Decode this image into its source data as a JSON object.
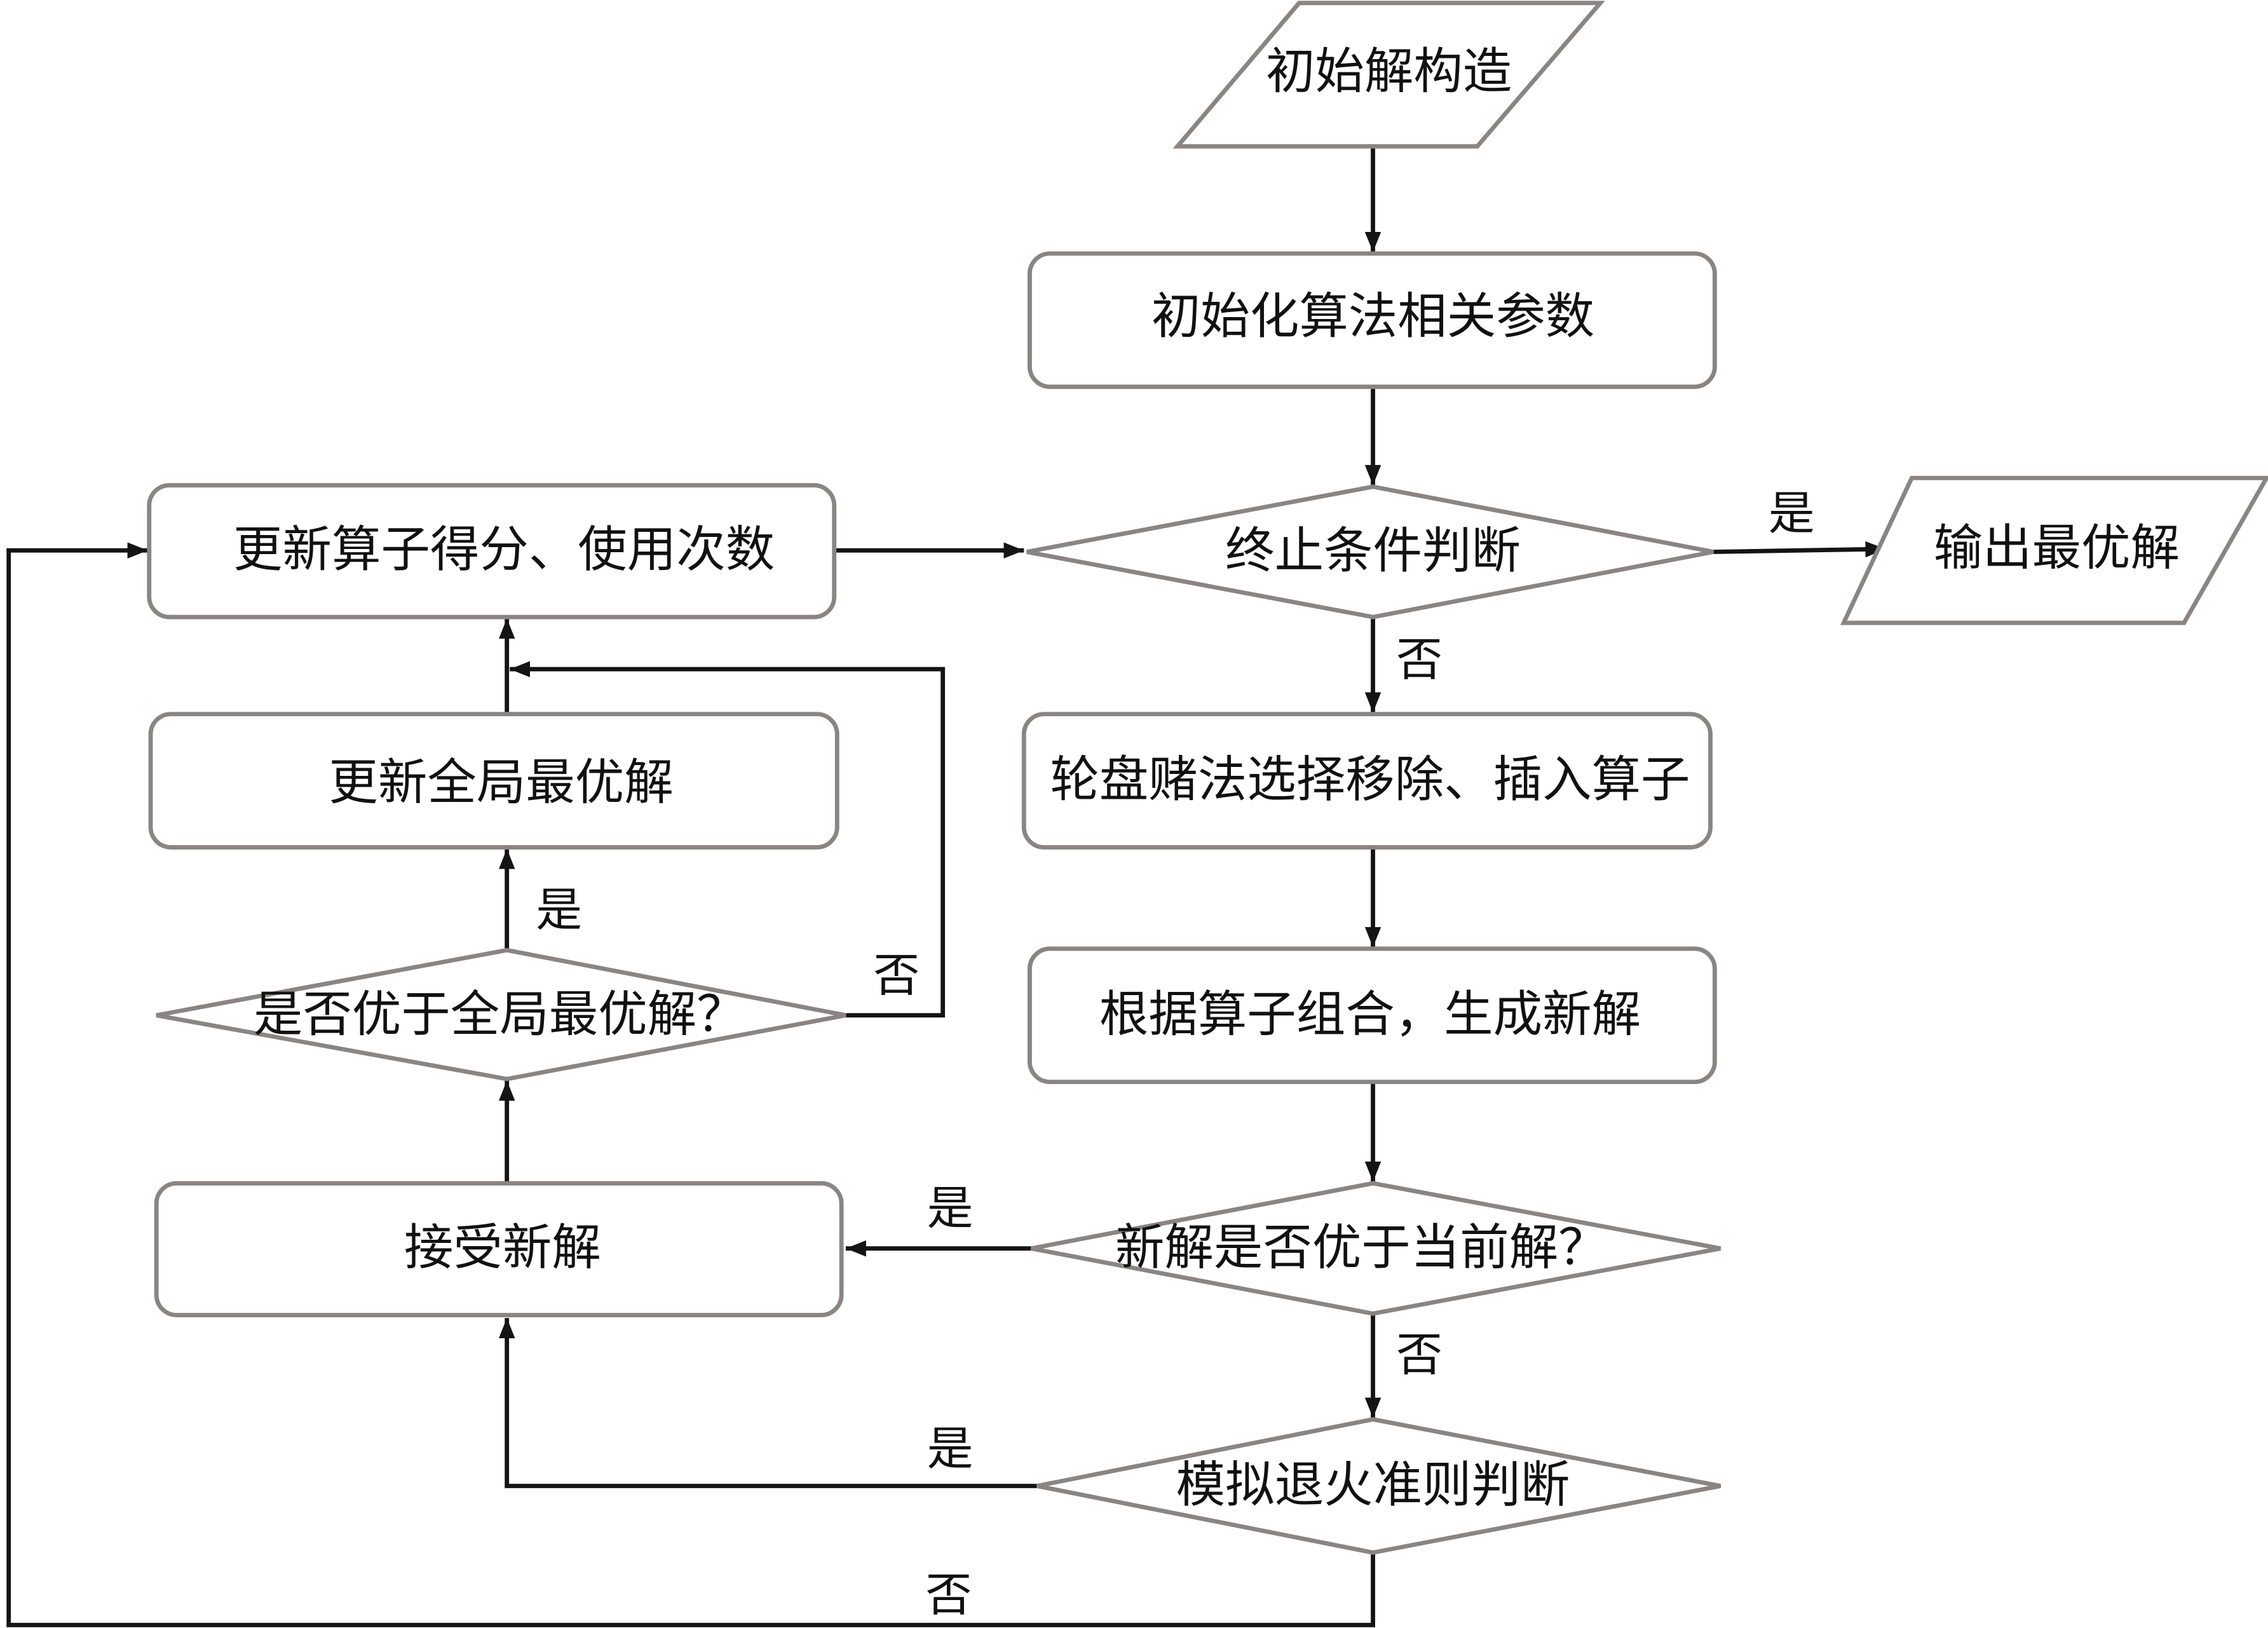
{
  "diagram": {
    "type": "flowchart",
    "nodes": {
      "initial_solution": {
        "label": "初始解构造",
        "shape": "parallelogram"
      },
      "init_params": {
        "label": "初始化算法相关参数",
        "shape": "rounded-rect"
      },
      "termination_check": {
        "label": "终止条件判断",
        "shape": "diamond"
      },
      "output_best": {
        "label": "输出最优解",
        "shape": "parallelogram"
      },
      "roulette_select": {
        "label": "轮盘赌法选择移除、插入算子",
        "shape": "rounded-rect"
      },
      "generate_solution": {
        "label": "根据算子组合，生成新解",
        "shape": "rounded-rect"
      },
      "better_than_current": {
        "label": "新解是否优于当前解？",
        "shape": "diamond"
      },
      "sa_criterion": {
        "label": "模拟退火准则判断",
        "shape": "diamond"
      },
      "accept_solution": {
        "label": "接受新解",
        "shape": "rounded-rect"
      },
      "better_than_global": {
        "label": "是否优于全局最优解？",
        "shape": "diamond"
      },
      "update_global_best": {
        "label": "更新全局最优解",
        "shape": "rounded-rect"
      },
      "update_operator_scores": {
        "label": "更新算子得分、使用次数",
        "shape": "rounded-rect"
      }
    },
    "edge_labels": {
      "termination_yes": "是",
      "termination_no": "否",
      "current_yes": "是",
      "current_no": "否",
      "sa_yes": "是",
      "sa_no": "否",
      "global_yes": "是",
      "global_no": "否"
    },
    "edges": [
      {
        "from": "initial_solution",
        "to": "init_params",
        "label": ""
      },
      {
        "from": "init_params",
        "to": "termination_check",
        "label": ""
      },
      {
        "from": "termination_check",
        "to": "output_best",
        "label": "是"
      },
      {
        "from": "termination_check",
        "to": "roulette_select",
        "label": "否"
      },
      {
        "from": "roulette_select",
        "to": "generate_solution",
        "label": ""
      },
      {
        "from": "generate_solution",
        "to": "better_than_current",
        "label": ""
      },
      {
        "from": "better_than_current",
        "to": "accept_solution",
        "label": "是"
      },
      {
        "from": "better_than_current",
        "to": "sa_criterion",
        "label": "否"
      },
      {
        "from": "sa_criterion",
        "to": "accept_solution",
        "label": "是"
      },
      {
        "from": "sa_criterion",
        "to": "update_operator_scores",
        "label": "否"
      },
      {
        "from": "accept_solution",
        "to": "better_than_global",
        "label": ""
      },
      {
        "from": "better_than_global",
        "to": "update_global_best",
        "label": "是"
      },
      {
        "from": "better_than_global",
        "to": "update_operator_scores",
        "label": "否"
      },
      {
        "from": "update_global_best",
        "to": "update_operator_scores",
        "label": ""
      },
      {
        "from": "update_operator_scores",
        "to": "termination_check",
        "label": ""
      }
    ],
    "colors": {
      "node_stroke": "#8a8584",
      "edge_stroke": "#141414",
      "text": "#111111",
      "background": "#ffffff"
    }
  }
}
